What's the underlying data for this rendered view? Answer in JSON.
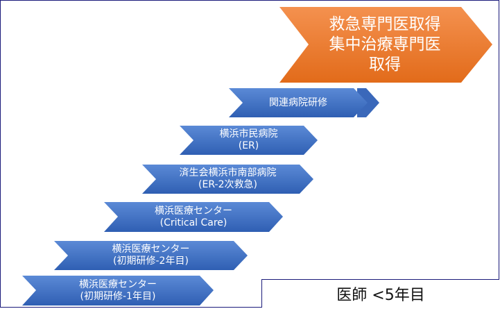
{
  "goal": {
    "lines": [
      "救急専門医取得",
      "集中治療専門医",
      "取得"
    ],
    "color": "#ED7D31"
  },
  "steps": [
    {
      "lines": [
        "関連病院研修"
      ]
    },
    {
      "lines": [
        "横浜市民病院",
        "(ER)"
      ]
    },
    {
      "lines": [
        "済生会横浜市南部病院",
        "(ER-2次救急)"
      ]
    },
    {
      "lines": [
        "横浜医療センター",
        "(Critical Care)"
      ]
    },
    {
      "lines": [
        "横浜医療センター",
        "(初期研修-2年目)"
      ]
    },
    {
      "lines": [
        "横浜医療センター",
        "(初期研修-1年目)"
      ]
    }
  ],
  "step_color": "#4472C4",
  "note": "医師 <5年目"
}
